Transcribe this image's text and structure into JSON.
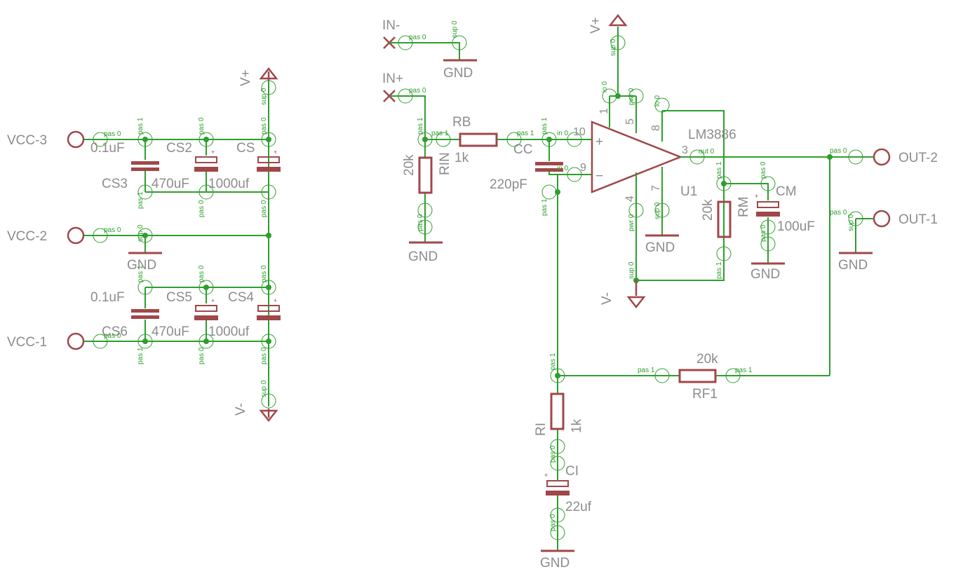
{
  "ports": {
    "vcc3": "VCC-3",
    "vcc2": "VCC-2",
    "vcc1": "VCC-1",
    "in_minus": "IN-",
    "in_plus": "IN+",
    "out2": "OUT-2",
    "out1": "OUT-1"
  },
  "supplies": {
    "vplus": "V+",
    "vminus": "V-",
    "gnd": "GND"
  },
  "components": {
    "c_top": {
      "value": "0.1uF",
      "name": "CS3"
    },
    "cs2": {
      "name": "CS2",
      "value": "470uF"
    },
    "cs": {
      "name": "CS",
      "value": "1000uf"
    },
    "c_bot": {
      "value": "0.1uF",
      "name": "CS6"
    },
    "cs5": {
      "name": "CS5",
      "value": "470uF"
    },
    "cs4": {
      "name": "CS4",
      "value": "1000uf"
    },
    "rin": {
      "name": "RIN",
      "value": "20k"
    },
    "rb": {
      "name": "RB",
      "value": "1k"
    },
    "cc": {
      "name": "CC",
      "value": "220pF"
    },
    "u1": {
      "name": "U1",
      "part": "LM3886"
    },
    "rm": {
      "name": "RM",
      "value": "20k"
    },
    "cm": {
      "name": "CM",
      "value": "100uF"
    },
    "rf1": {
      "name": "RF1",
      "value": "20k"
    },
    "ri": {
      "name": "RI",
      "value": "1k"
    },
    "ci": {
      "name": "CI",
      "value": "22uf"
    }
  },
  "u1_pins": {
    "p10": "10",
    "p9": "9",
    "p3": "3",
    "p1": "1",
    "p5": "5",
    "p8": "8",
    "p4": "4",
    "p7": "7",
    "in_plus_sign": "+",
    "in_minus_sign": "−"
  },
  "pin_tags": {
    "pas0": "pas 0",
    "pas1": "pas 1",
    "sup0": "sup 0",
    "in0": "in 0",
    "out0": "out 0",
    "io0": "io 0",
    "pwr0": "pwr 0"
  },
  "colors": {
    "wire": "#2e9e2e",
    "component": "#a0474a",
    "label": "#8c8c8c",
    "background": "#ffffff"
  }
}
